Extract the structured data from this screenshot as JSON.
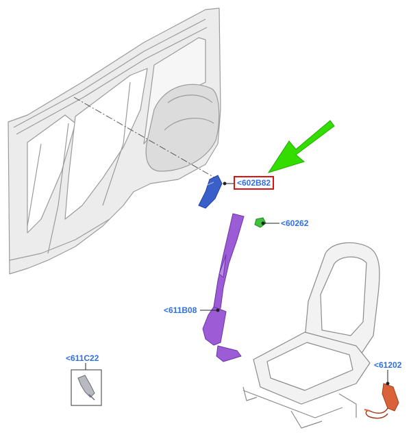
{
  "diagram": {
    "callouts": {
      "seat_belt_guide": "<602B82",
      "seat_belt_anchor_bolt": "<60262",
      "front_seat_belt": "<611B08",
      "seat_belt_buckle_inset": "<611C22",
      "seat_belt_buckle": "<61202"
    },
    "colors": {
      "callout_text": "#2f6fe0",
      "highlight_border": "#e01010",
      "pointer_arrow": "#33dd00",
      "guide_part": "#3b5fc9",
      "anchor_part": "#3fc23f",
      "belt_part": "#9c5cd6",
      "buckle_part": "#d9623a",
      "body_structure": "#e6e6e6",
      "outline": "#9a9a9a"
    }
  }
}
